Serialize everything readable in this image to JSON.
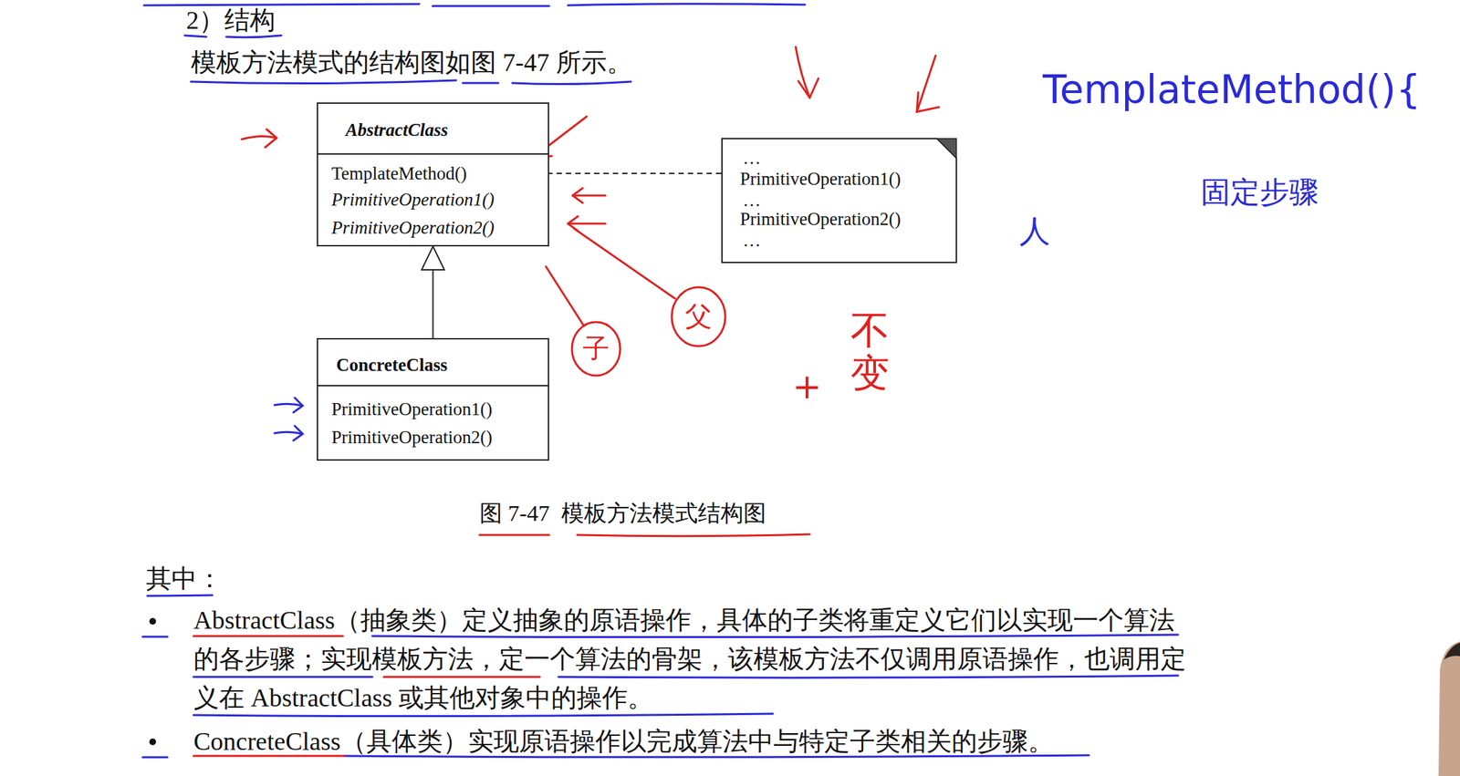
{
  "diagram": {
    "title": "2）结构",
    "caption": "图 7-47  模板方法模式结构图",
    "nodes": [
      {
        "text": [
          "AbstractClass",
          "TemplateMethod()",
          "PrimitiveOperation1()",
          "PrimitiveOperation2()"
        ]
      },
      {
        "text": [
          "…",
          "PrimitiveOperation1()",
          "…",
          "PrimitiveOperation2()",
          "…"
        ]
      },
      {
        "text": [
          "ConcreteClass",
          "PrimitiveOperation1()",
          "PrimitiveOperation2()"
        ]
      }
    ],
    "edges": [
      {
        "from": 2,
        "to": 0,
        "arrow": "to"
      },
      {
        "from": 0,
        "to": 1,
        "arrow": "none"
      }
    ],
    "labels": [
      "模板方法模式的结构图如图 7-47 所示。",
      "其中：",
      "AbstractClass（抽象类）定义抽象的原语操作，具体的子类将重定义它们以实现一个算法的各步骤；实现模板方法，定一个算法的骨架，该模板方法不仅调用原语操作，也调用定义在 AbstractClass 或其他对象中的操作。",
      "ConcreteClass（具体类）实现原语操作以完成算法中与特定子类相关的步骤。",
      "TemplateMethod(){",
      "固定步骤",
      "人",
      "子",
      "父",
      "+",
      "不变"
    ]
  }
}
